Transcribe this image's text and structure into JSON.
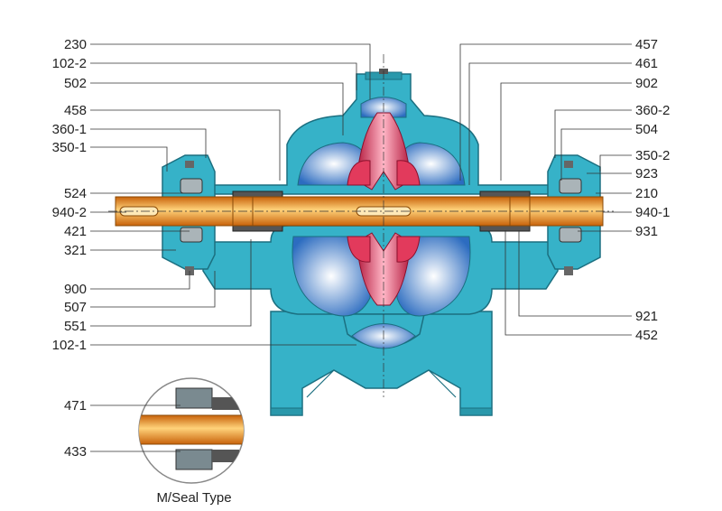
{
  "labels_left": [
    "230",
    "102-2",
    "502",
    "458",
    "360-1",
    "350-1",
    "524",
    "940-2",
    "421",
    "321",
    "900",
    "507",
    "551",
    "102-1"
  ],
  "labels_right": [
    "457",
    "461",
    "902",
    "360-2",
    "504",
    "350-2",
    "923",
    "210",
    "940-1",
    "931",
    "921",
    "452"
  ],
  "inset_labels": [
    "471",
    "433"
  ],
  "caption": "M/Seal Type",
  "colors": {
    "casing": "#36b2c8",
    "casing_dark": "#1b6f80",
    "volute": "#2c6cc0",
    "impeller": "#e23a5c",
    "shaft": "#f08a1a",
    "shaft_light": "#ffd27a"
  }
}
